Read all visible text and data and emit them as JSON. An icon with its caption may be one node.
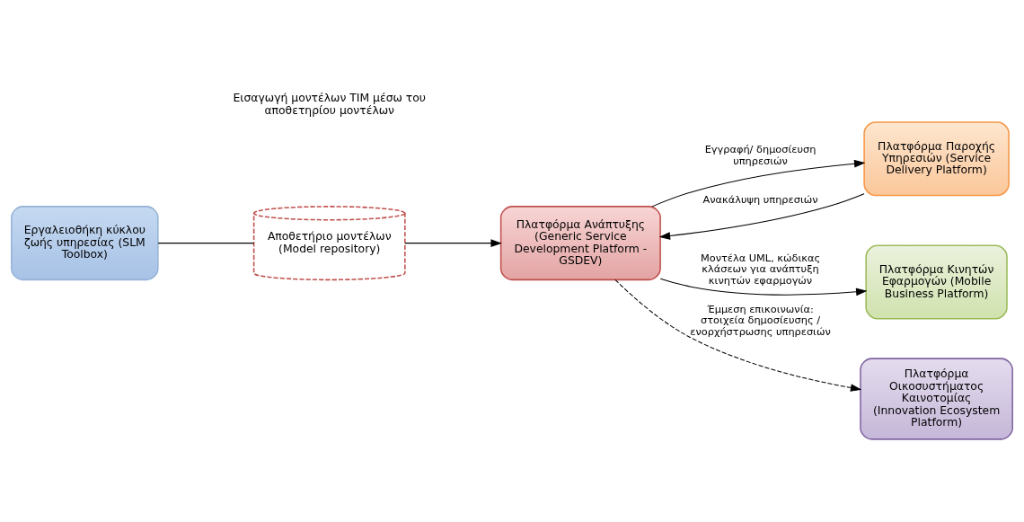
{
  "diagram": {
    "nodes": [
      {
        "text": [
          "Εργαλειοθήκη κύκλου ζωής υπηρεσίας (SLM Toolbox)"
        ]
      },
      {
        "text": [
          "Αποθετήριο μοντέλων (Model repository)"
        ]
      },
      {
        "text": [
          "Πλατφόρμα Ανάπτυξης (Generic Service Development Platform - GSDEV)"
        ]
      },
      {
        "text": [
          "Πλατφόρμα Παροχής Υπηρεσιών (Service Delivery Platform)"
        ]
      },
      {
        "text": [
          "Πλατφόρμα Κινητών Εφαρμογών (Mobile Business Platform)"
        ]
      },
      {
        "text": [
          "Πλατφόρμα Οικοσυστήματος Καινοτομίας (Innovation Ecosystem Platform)"
        ]
      }
    ],
    "edges": [
      {
        "from": 0,
        "to": 1,
        "arrow": "none"
      },
      {
        "from": 1,
        "to": 2,
        "arrow": "to"
      },
      {
        "from": 2,
        "to": 3,
        "arrow": "to",
        "label": "Εγγραφή/ δημοσίευση υπηρεσιών"
      },
      {
        "from": 3,
        "to": 2,
        "arrow": "to",
        "label": "Ανακάλυψη υπηρεσιών"
      },
      {
        "from": 2,
        "to": 4,
        "arrow": "to",
        "label": "Μοντέλα UML, κώδικας κλάσεων για ανάπτυξη κινητών εφαρμογών"
      },
      {
        "from": 2,
        "to": 5,
        "arrow": "to",
        "style": "dashed",
        "label": "Έμμεση επικοινωνία: στοιχεία δημοσίευσης / ενορχήστρωσης υπηρεσιών"
      }
    ],
    "labels": [
      "Εισαγωγή μοντέλων TIM μέσω του αποθετηρίου μοντέλων"
    ]
  }
}
